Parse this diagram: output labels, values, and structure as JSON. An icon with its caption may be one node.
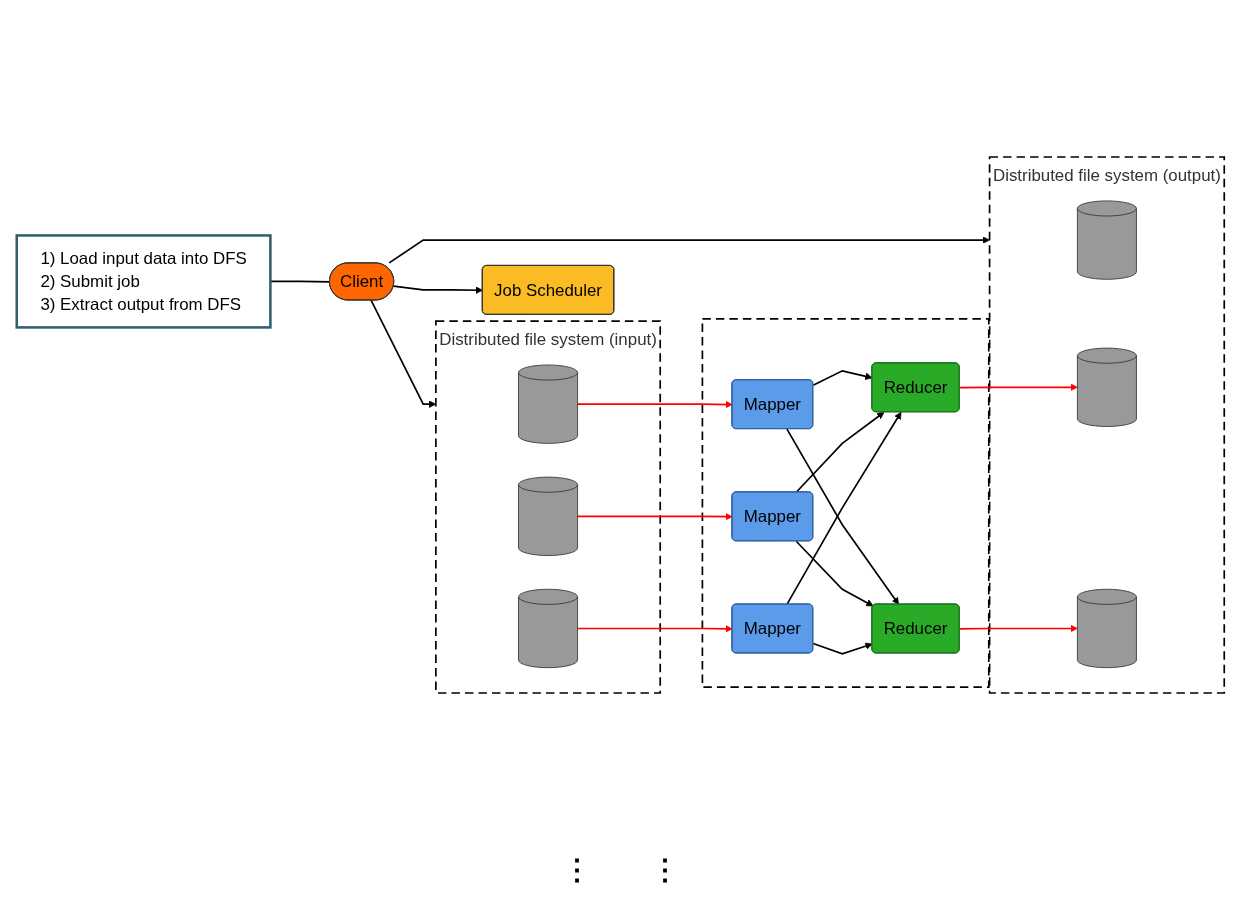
{
  "diagram": {
    "nodes": [
      {
        "text": [
          "1) Load input data into DFS",
          "2) Submit job",
          "3) Extract output from DFS"
        ]
      },
      {
        "text": [
          "Client"
        ]
      },
      {
        "text": [
          "Job Scheduler"
        ]
      },
      {
        "text": [
          "Distributed file system (input)"
        ]
      },
      {
        "text": [],
        "shape": "cylinder",
        "in": 3
      },
      {
        "text": [],
        "shape": "cylinder",
        "in": 3
      },
      {
        "text": [],
        "shape": "cylinder",
        "in": 3
      },
      {
        "text": [],
        "shape": "box"
      },
      {
        "text": [
          "Mapper"
        ],
        "in": 7
      },
      {
        "text": [
          "Mapper"
        ],
        "in": 7
      },
      {
        "text": [
          "Mapper"
        ],
        "in": 7
      },
      {
        "text": [
          "Reducer"
        ],
        "in": 7
      },
      {
        "text": [
          "Reducer"
        ],
        "in": 7
      },
      {
        "text": [
          "Distributed file system (output)"
        ]
      },
      {
        "text": [],
        "shape": "cylinder",
        "in": 13
      },
      {
        "text": [],
        "shape": "cylinder",
        "in": 13
      },
      {
        "text": [],
        "shape": "cylinder",
        "in": 13
      }
    ],
    "edges": [
      {
        "from": 0,
        "to": 1,
        "arrow": "none"
      },
      {
        "from": 1,
        "to": 3,
        "arrow": "to"
      },
      {
        "from": 1,
        "to": 2,
        "arrow": "to"
      },
      {
        "from": 1,
        "to": 13,
        "arrow": "to"
      },
      {
        "from": 4,
        "to": 8,
        "arrow": "to",
        "color": "#ff0000"
      },
      {
        "from": 5,
        "to": 9,
        "arrow": "to",
        "color": "#ff0000"
      },
      {
        "from": 6,
        "to": 10,
        "arrow": "to",
        "color": "#ff0000"
      },
      {
        "from": 8,
        "to": 11,
        "arrow": "to"
      },
      {
        "from": 8,
        "to": 12,
        "arrow": "to"
      },
      {
        "from": 9,
        "to": 11,
        "arrow": "to"
      },
      {
        "from": 9,
        "to": 12,
        "arrow": "to"
      },
      {
        "from": 10,
        "to": 11,
        "arrow": "to"
      },
      {
        "from": 10,
        "to": 12,
        "arrow": "to"
      },
      {
        "from": 11,
        "to": 15,
        "arrow": "to",
        "color": "#ff0000"
      },
      {
        "from": 12,
        "to": 16,
        "arrow": "to",
        "color": "#ff0000"
      }
    ],
    "labels": [
      "⋮",
      "⋮"
    ]
  }
}
